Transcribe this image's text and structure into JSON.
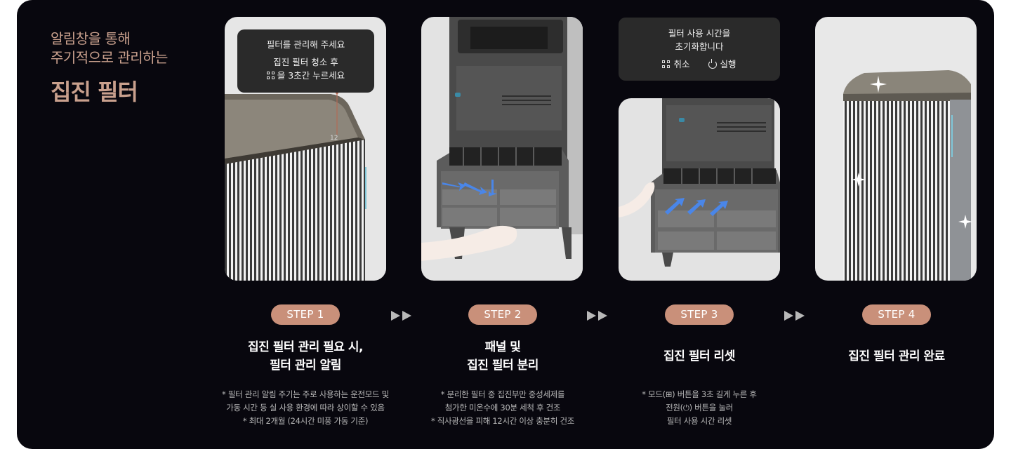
{
  "headline": {
    "line1": "알림창을 통해",
    "line2": "주기적으로 관리하는",
    "main": "집진 필터"
  },
  "popup1": {
    "line1": "필터를 관리해 주세요",
    "line2": "집진 필터 청소 후",
    "line3": "을 3초간 누르세요",
    "icon": "mode-icon"
  },
  "popup3": {
    "line1": "필터 사용 시간을",
    "line2": "초기화합니다",
    "cancel": "취소",
    "run": "실행"
  },
  "device_label": "12",
  "steps": [
    {
      "label": "STEP 1",
      "title1": "집진 필터 관리 필요 시,",
      "title2": "필터 관리 알림",
      "notes": [
        "* 필터 관리 알림 주기는 주로 사용하는 운전모드 및",
        "가동 시간 등 실 사용 환경에 따라 상이할 수 있음",
        "* 최대 2개월 (24시간 미풍 가동 기준)"
      ]
    },
    {
      "label": "STEP 2",
      "title1": "패널 및",
      "title2": "집진 필터 분리",
      "notes": [
        "* 분리한 필터 중 집진부만 중성세제를",
        "첨가한 미온수에 30분 세척 후 건조",
        "* 직사광선을 피해 12시간 이상 충분히 건조"
      ]
    },
    {
      "label": "STEP 3",
      "title1": "집진 필터 리셋",
      "title2": "",
      "notes": [
        "* 모드(⊞) 버튼을 3초 길게 누른 후",
        "전원(⏻) 버튼을 눌러",
        "필터 사용 시간 리셋"
      ]
    },
    {
      "label": "STEP 4",
      "title1": "집진 필터 관리 완료",
      "title2": "",
      "notes": []
    }
  ],
  "colors": {
    "accent": "#c9907a",
    "headline": "#c9a08d",
    "background": "#08070e"
  }
}
